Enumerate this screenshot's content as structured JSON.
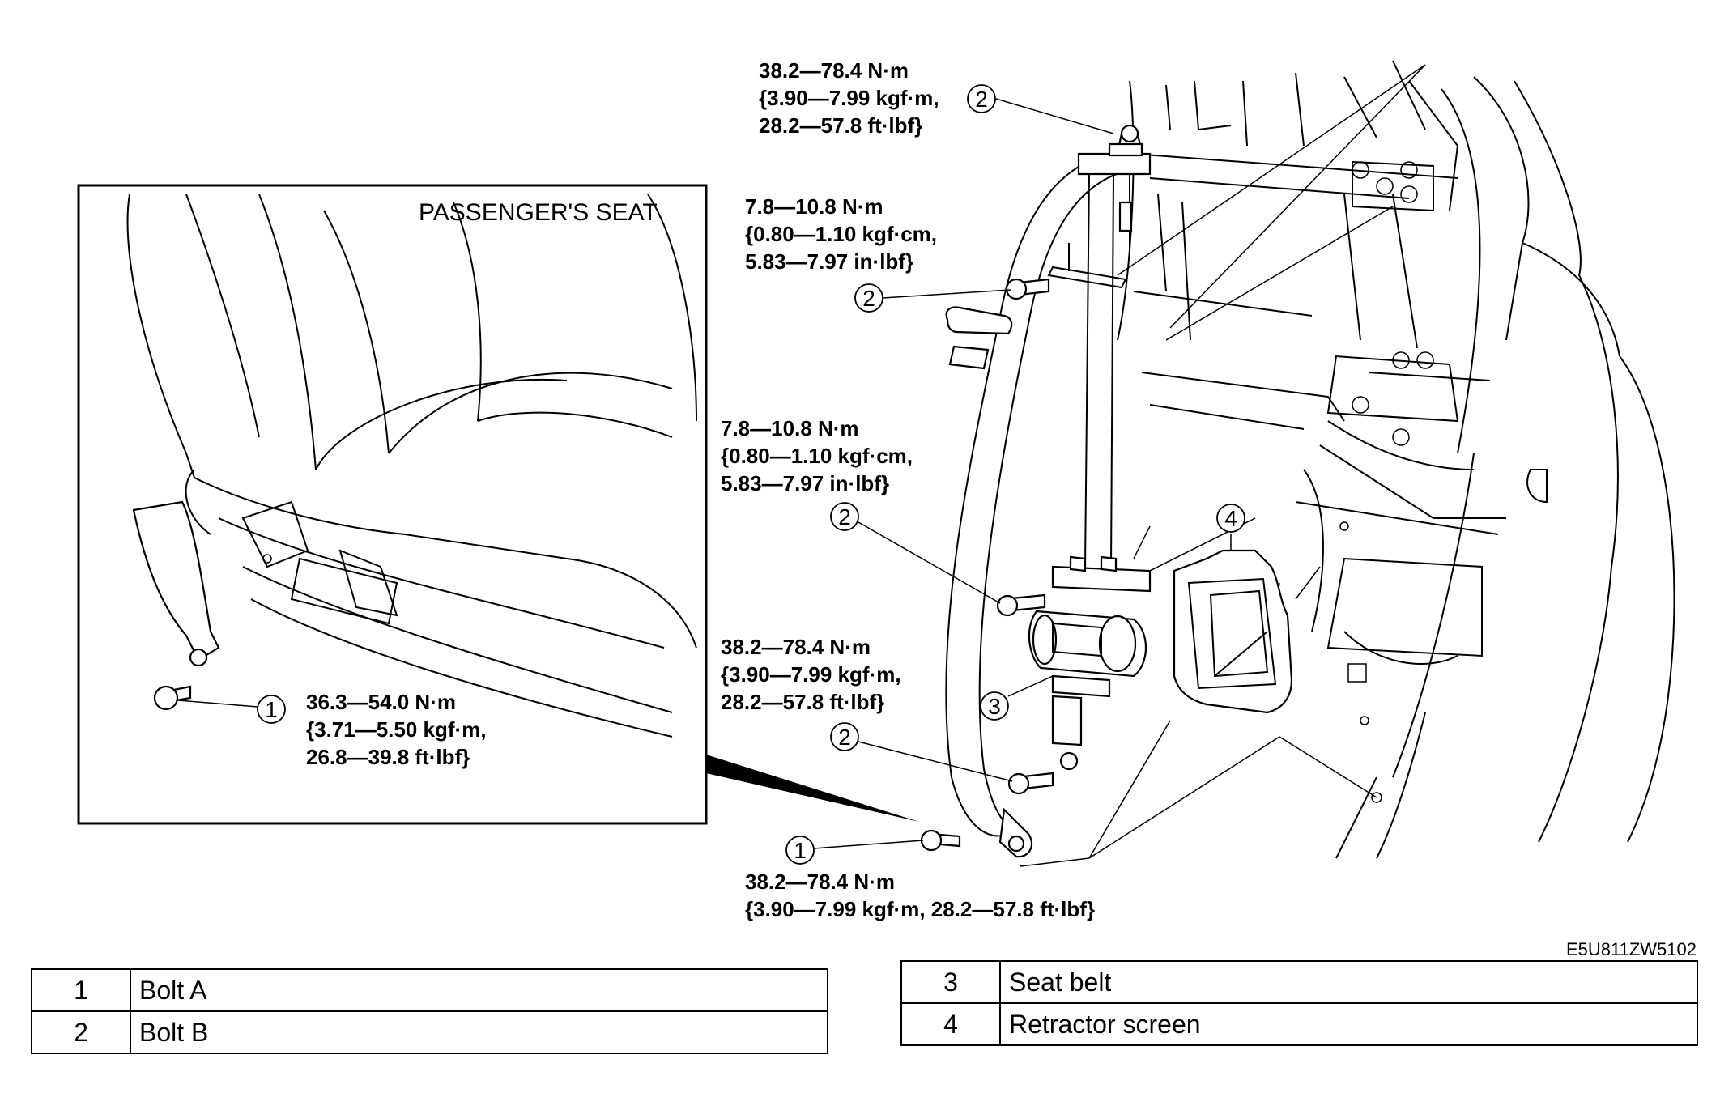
{
  "inset": {
    "title": "PASSENGER'S SEAT",
    "torque_bolt_a": [
      "36.3—54.0 N·m",
      "{3.71—5.50 kgf·m,",
      "26.8—39.8 ft·lbf}"
    ]
  },
  "torques": {
    "upper_anchor": [
      "38.2—78.4 N·m",
      "{3.90—7.99 kgf·m,",
      "28.2—57.8 ft·lbf}"
    ],
    "guide_bolt": [
      "7.8—10.8 N·m",
      "{0.80—1.10 kgf·cm,",
      "5.83—7.97 in·lbf}"
    ],
    "retractor_guide_bolt": [
      "7.8—10.8 N·m",
      "{0.80—1.10 kgf·cm,",
      "5.83—7.97 in·lbf}"
    ],
    "retractor_bolt": [
      "38.2—78.4 N·m",
      "{3.90—7.99 kgf·m,",
      "28.2—57.8 ft·lbf}"
    ],
    "lower_anchor": [
      "38.2—78.4 N·m",
      "{3.90—7.99 kgf·m, 28.2—57.8 ft·lbf}"
    ]
  },
  "callouts": {
    "c_upper": "2",
    "c_guide": "2",
    "c_retractor_guide": "2",
    "c_retractor_bolt": "2",
    "c_seat_belt": "3",
    "c_screen": "4",
    "c_lower": "1",
    "c_inset": "1"
  },
  "doc_id": "E5U811ZW5102",
  "legend_left": [
    {
      "num": "1",
      "name": "Bolt A"
    },
    {
      "num": "2",
      "name": "Bolt B"
    }
  ],
  "legend_right": [
    {
      "num": "3",
      "name": "Seat belt"
    },
    {
      "num": "4",
      "name": "Retractor screen"
    }
  ]
}
